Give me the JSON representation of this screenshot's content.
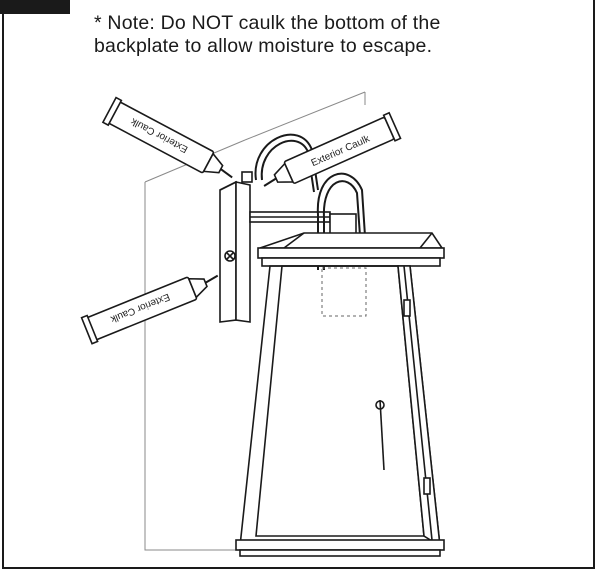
{
  "note": {
    "line1": "* Note: Do NOT caulk the bottom of the",
    "line2": "backplate to allow moisture to escape."
  },
  "caulk": {
    "label": "Exterior Caulk"
  },
  "colors": {
    "ink": "#1a1a1a",
    "wall": "#8a8a8a",
    "background": "#ffffff"
  }
}
